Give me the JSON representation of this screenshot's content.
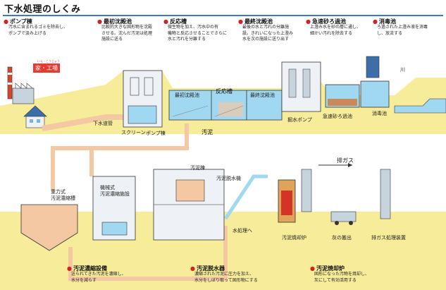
{
  "title": "下水処理のしくみ",
  "sections": [
    {
      "heading": "ポンプ棟",
      "lines": [
        "汚水に含まれるゴミを除去し、",
        "ポンプで汲み上げる"
      ]
    },
    {
      "heading": "最初沈殿池",
      "lines": [
        "比較的大きな固形物を沈殿",
        "させる。沈んだ汚泥は処理",
        "施設に送る"
      ]
    },
    {
      "heading": "反応槽",
      "lines": [
        "微生物を加え、汚水中の有",
        "機物と反応させることでさらに",
        "水と汚れを分離する"
      ]
    },
    {
      "heading": "最終沈殿池",
      "lines": [
        "最後の水と汚れの分離施",
        "設。きれいになった上澄み",
        "水を次の施設に送り出す"
      ]
    },
    {
      "heading": "急速砂ろ過池",
      "lines": [
        "上澄み水を砂の層に通し、",
        "細かい汚れを除去する"
      ]
    },
    {
      "heading": "消毒池",
      "lines": [
        "ろ過された上澄み液を消毒",
        "し、放流する"
      ]
    },
    {
      "heading": "汚泥濃縮設備",
      "lines": [
        "送られてきた汚泥を濃縮し、",
        "水分を減らす"
      ]
    },
    {
      "heading": "汚泥脱水器",
      "lines": [
        "濃縮された汚泥に圧力を加え、",
        "水分をしぼり取って固形物にする"
      ]
    },
    {
      "heading": "汚泥焼却炉",
      "lines": [
        "固形になった汚物を焼却し、",
        "灰にして有効活用する"
      ]
    }
  ],
  "labels": {
    "house_ruby": "いえ・こうじょう",
    "house": "家・工場",
    "sewer_pipe": "下水道管",
    "screen": "スクリーン",
    "pump_building": "ポンプ棟",
    "first_basin": "最初沈殿池",
    "reaction_tank": "反応槽",
    "final_basin": "最終沈殿池",
    "sludge": "汚泥",
    "discharge_pump": "掘水ポンプ",
    "rapid_filter": "急速砂ろ過池",
    "disinfection": "消毒池",
    "river": "川",
    "gravity_thickener": "重力式\n汚泥濃縮槽",
    "mechanical_thickener": "機械式\n汚泥濃縮施設",
    "sludge_building": "汚泥棟",
    "dewatering_machine": "汚泥脱水機",
    "to_water_treatment": "水処理へ",
    "incinerator": "汚泥焼却炉",
    "ash_carryout": "灰の搬出",
    "exhaust_gas": "排ガス",
    "exhaust_treatment": "排ガス処理装置"
  },
  "colors": {
    "ground": "#f7ec9a",
    "water": "#9fd8f0",
    "pipe": "#f3c8a3",
    "accent": "#d32020",
    "rule": "#3a7cc2"
  }
}
